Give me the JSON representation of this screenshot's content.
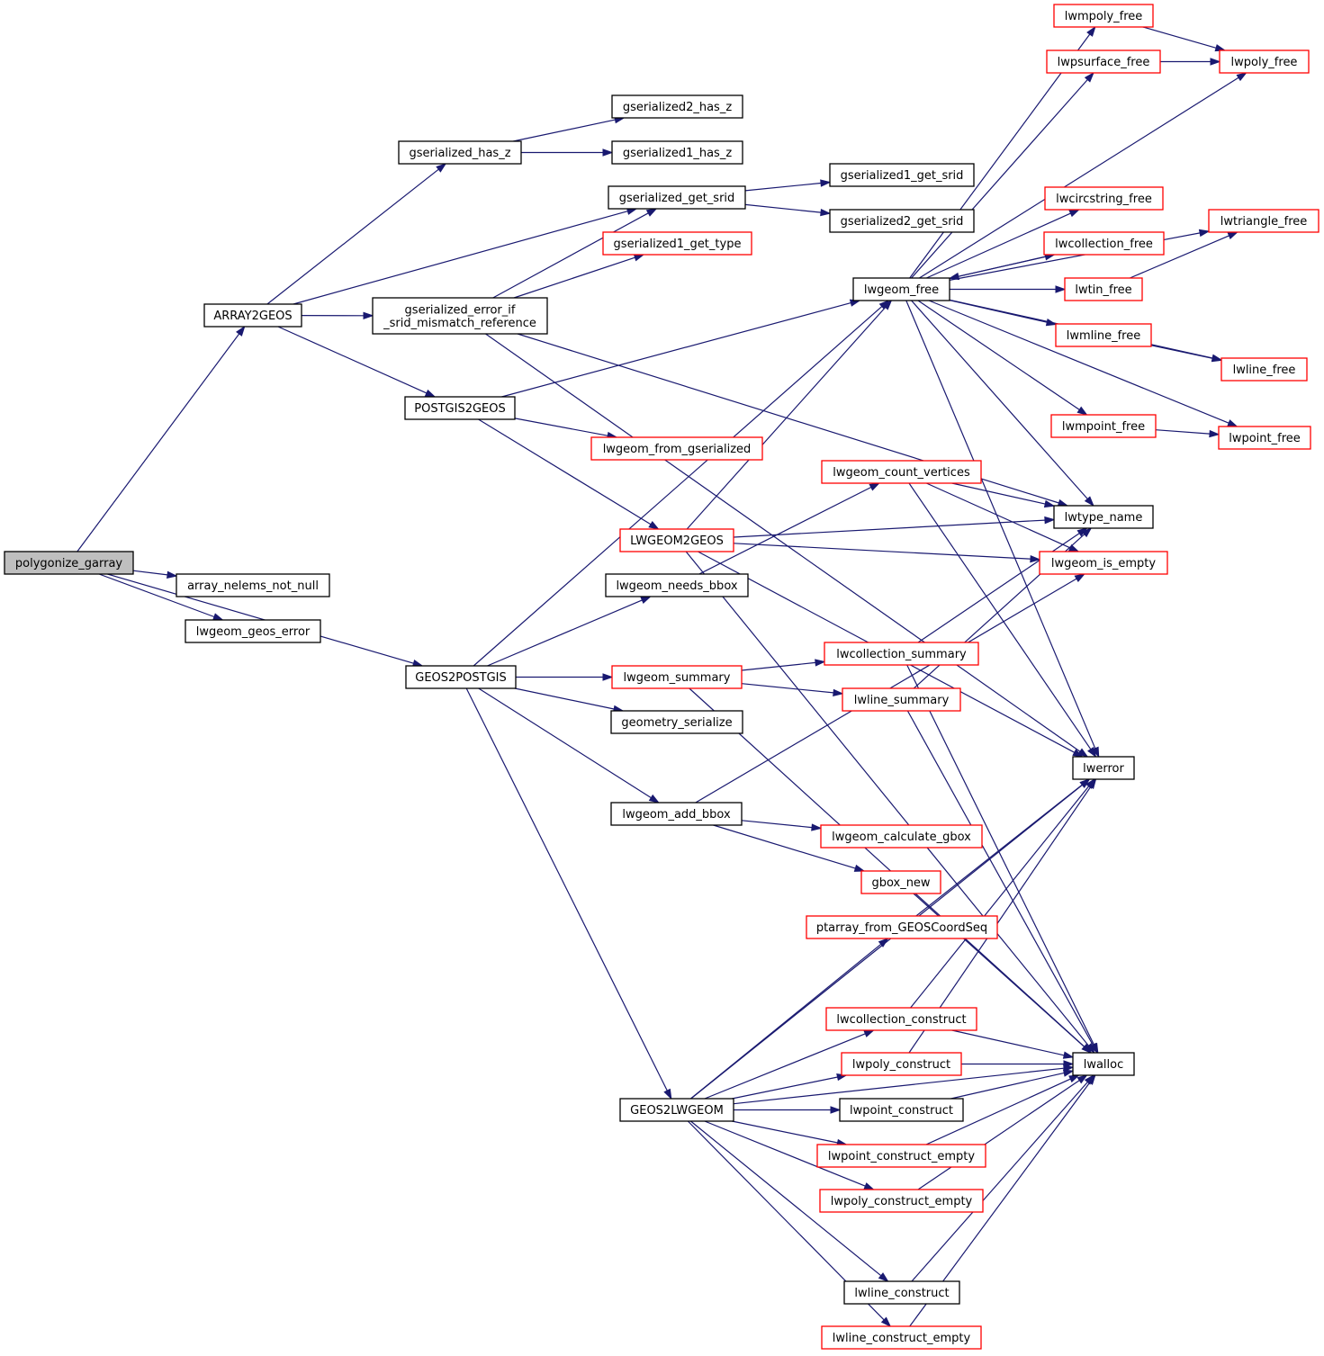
{
  "colors": {
    "edge": "#191970",
    "border_plain": "#000000",
    "border_link": "#ff0000",
    "root_fill": "#bfbfbf",
    "node_fill": "#ffffff"
  },
  "nodes": {
    "polygonize_garray": {
      "label": "polygonize_garray",
      "style": "root"
    },
    "ARRAY2GEOS": {
      "label": "ARRAY2GEOS",
      "style": "plain"
    },
    "array_nelems_not_null": {
      "label": "array_nelems_not_null",
      "style": "plain"
    },
    "lwgeom_geos_error": {
      "label": "lwgeom_geos_error",
      "style": "plain"
    },
    "GEOS2POSTGIS": {
      "label": "GEOS2POSTGIS",
      "style": "plain"
    },
    "gserialized_has_z": {
      "label": "gserialized_has_z",
      "style": "plain"
    },
    "gserialized2_has_z": {
      "label": "gserialized2_has_z",
      "style": "plain"
    },
    "gserialized1_has_z": {
      "label": "gserialized1_has_z",
      "style": "plain"
    },
    "gserialized_get_srid": {
      "label": "gserialized_get_srid",
      "style": "plain"
    },
    "gserialized1_get_srid": {
      "label": "gserialized1_get_srid",
      "style": "plain"
    },
    "gserialized2_get_srid": {
      "label": "gserialized2_get_srid",
      "style": "plain"
    },
    "gserialized1_get_type": {
      "label": "gserialized1_get_type",
      "style": "link"
    },
    "gserialized_error_if_srid_mismatch_reference": {
      "label": "gserialized_error_if\n_srid_mismatch_reference",
      "style": "plain"
    },
    "POSTGIS2GEOS": {
      "label": "POSTGIS2GEOS",
      "style": "plain"
    },
    "lwgeom_from_gserialized": {
      "label": "lwgeom_from_gserialized",
      "style": "link"
    },
    "LWGEOM2GEOS": {
      "label": "LWGEOM2GEOS",
      "style": "link"
    },
    "lwgeom_needs_bbox": {
      "label": "lwgeom_needs_bbox",
      "style": "plain"
    },
    "lwgeom_summary": {
      "label": "lwgeom_summary",
      "style": "link"
    },
    "geometry_serialize": {
      "label": "geometry_serialize",
      "style": "plain"
    },
    "lwgeom_add_bbox": {
      "label": "lwgeom_add_bbox",
      "style": "plain"
    },
    "GEOS2LWGEOM": {
      "label": "GEOS2LWGEOM",
      "style": "plain"
    },
    "lwgeom_free": {
      "label": "lwgeom_free",
      "style": "plain"
    },
    "lwgeom_count_vertices": {
      "label": "lwgeom_count_vertices",
      "style": "link"
    },
    "lwcollection_summary": {
      "label": "lwcollection_summary",
      "style": "link"
    },
    "lwline_summary": {
      "label": "lwline_summary",
      "style": "link"
    },
    "lwgeom_calculate_gbox": {
      "label": "lwgeom_calculate_gbox",
      "style": "link"
    },
    "gbox_new": {
      "label": "gbox_new",
      "style": "link"
    },
    "ptarray_from_GEOSCoordSeq": {
      "label": "ptarray_from_GEOSCoordSeq",
      "style": "link"
    },
    "lwcollection_construct": {
      "label": "lwcollection_construct",
      "style": "link"
    },
    "lwpoly_construct": {
      "label": "lwpoly_construct",
      "style": "link"
    },
    "lwpoint_construct": {
      "label": "lwpoint_construct",
      "style": "plain"
    },
    "lwpoint_construct_empty": {
      "label": "lwpoint_construct_empty",
      "style": "link"
    },
    "lwpoly_construct_empty": {
      "label": "lwpoly_construct_empty",
      "style": "link"
    },
    "lwline_construct": {
      "label": "lwline_construct",
      "style": "plain"
    },
    "lwline_construct_empty": {
      "label": "lwline_construct_empty",
      "style": "link"
    },
    "lwmpoly_free": {
      "label": "lwmpoly_free",
      "style": "link"
    },
    "lwpsurface_free": {
      "label": "lwpsurface_free",
      "style": "link"
    },
    "lwcircstring_free": {
      "label": "lwcircstring_free",
      "style": "link"
    },
    "lwcollection_free": {
      "label": "lwcollection_free",
      "style": "link"
    },
    "lwtin_free": {
      "label": "lwtin_free",
      "style": "link"
    },
    "lwmline_free": {
      "label": "lwmline_free",
      "style": "link"
    },
    "lwmpoint_free": {
      "label": "lwmpoint_free",
      "style": "link"
    },
    "lwtype_name": {
      "label": "lwtype_name",
      "style": "plain"
    },
    "lwgeom_is_empty": {
      "label": "lwgeom_is_empty",
      "style": "link"
    },
    "lwerror": {
      "label": "lwerror",
      "style": "plain"
    },
    "lwalloc": {
      "label": "lwalloc",
      "style": "plain"
    },
    "lwpoly_free": {
      "label": "lwpoly_free",
      "style": "link"
    },
    "lwtriangle_free": {
      "label": "lwtriangle_free",
      "style": "link"
    },
    "lwline_free": {
      "label": "lwline_free",
      "style": "link"
    },
    "lwpoint_free": {
      "label": "lwpoint_free",
      "style": "link"
    }
  },
  "edges": [
    [
      "polygonize_garray",
      "ARRAY2GEOS"
    ],
    [
      "polygonize_garray",
      "array_nelems_not_null"
    ],
    [
      "polygonize_garray",
      "lwgeom_geos_error"
    ],
    [
      "polygonize_garray",
      "GEOS2POSTGIS"
    ],
    [
      "ARRAY2GEOS",
      "gserialized_has_z"
    ],
    [
      "ARRAY2GEOS",
      "gserialized_get_srid"
    ],
    [
      "ARRAY2GEOS",
      "gserialized_error_if_srid_mismatch_reference"
    ],
    [
      "ARRAY2GEOS",
      "POSTGIS2GEOS"
    ],
    [
      "gserialized_has_z",
      "gserialized2_has_z"
    ],
    [
      "gserialized_has_z",
      "gserialized1_has_z"
    ],
    [
      "gserialized_get_srid",
      "gserialized1_get_srid"
    ],
    [
      "gserialized_get_srid",
      "gserialized2_get_srid"
    ],
    [
      "gserialized_error_if_srid_mismatch_reference",
      "gserialized_get_srid"
    ],
    [
      "gserialized_error_if_srid_mismatch_reference",
      "gserialized1_get_type"
    ],
    [
      "gserialized_error_if_srid_mismatch_reference",
      "lwtype_name"
    ],
    [
      "gserialized_error_if_srid_mismatch_reference",
      "lwerror"
    ],
    [
      "POSTGIS2GEOS",
      "lwgeom_free"
    ],
    [
      "POSTGIS2GEOS",
      "lwgeom_from_gserialized"
    ],
    [
      "POSTGIS2GEOS",
      "LWGEOM2GEOS"
    ],
    [
      "LWGEOM2GEOS",
      "lwgeom_free"
    ],
    [
      "LWGEOM2GEOS",
      "lwgeom_is_empty"
    ],
    [
      "LWGEOM2GEOS",
      "lwtype_name"
    ],
    [
      "LWGEOM2GEOS",
      "lwerror"
    ],
    [
      "LWGEOM2GEOS",
      "lwalloc"
    ],
    [
      "GEOS2POSTGIS",
      "lwgeom_needs_bbox"
    ],
    [
      "GEOS2POSTGIS",
      "lwgeom_summary"
    ],
    [
      "GEOS2POSTGIS",
      "geometry_serialize"
    ],
    [
      "GEOS2POSTGIS",
      "lwgeom_add_bbox"
    ],
    [
      "GEOS2POSTGIS",
      "GEOS2LWGEOM"
    ],
    [
      "GEOS2POSTGIS",
      "lwgeom_free"
    ],
    [
      "lwgeom_needs_bbox",
      "lwgeom_count_vertices"
    ],
    [
      "lwgeom_count_vertices",
      "lwtype_name"
    ],
    [
      "lwgeom_count_vertices",
      "lwgeom_is_empty"
    ],
    [
      "lwgeom_count_vertices",
      "lwerror"
    ],
    [
      "lwgeom_summary",
      "lwcollection_summary"
    ],
    [
      "lwgeom_summary",
      "lwline_summary"
    ],
    [
      "lwgeom_summary",
      "lwalloc"
    ],
    [
      "lwcollection_summary",
      "lwtype_name"
    ],
    [
      "lwcollection_summary",
      "lwalloc"
    ],
    [
      "lwline_summary",
      "lwtype_name"
    ],
    [
      "lwline_summary",
      "lwalloc"
    ],
    [
      "lwgeom_add_bbox",
      "lwgeom_is_empty"
    ],
    [
      "lwgeom_add_bbox",
      "lwgeom_calculate_gbox"
    ],
    [
      "lwgeom_add_bbox",
      "gbox_new"
    ],
    [
      "gbox_new",
      "lwalloc"
    ],
    [
      "GEOS2LWGEOM",
      "ptarray_from_GEOSCoordSeq"
    ],
    [
      "GEOS2LWGEOM",
      "lwcollection_construct"
    ],
    [
      "GEOS2LWGEOM",
      "lwpoly_construct"
    ],
    [
      "GEOS2LWGEOM",
      "lwpoint_construct"
    ],
    [
      "GEOS2LWGEOM",
      "lwpoint_construct_empty"
    ],
    [
      "GEOS2LWGEOM",
      "lwpoly_construct_empty"
    ],
    [
      "GEOS2LWGEOM",
      "lwline_construct"
    ],
    [
      "GEOS2LWGEOM",
      "lwline_construct_empty"
    ],
    [
      "GEOS2LWGEOM",
      "lwerror"
    ],
    [
      "GEOS2LWGEOM",
      "lwalloc"
    ],
    [
      "ptarray_from_GEOSCoordSeq",
      "lwerror"
    ],
    [
      "lwcollection_construct",
      "lwerror"
    ],
    [
      "lwcollection_construct",
      "lwalloc"
    ],
    [
      "lwpoly_construct",
      "lwerror"
    ],
    [
      "lwpoly_construct",
      "lwalloc"
    ],
    [
      "lwpoint_construct",
      "lwalloc"
    ],
    [
      "lwpoint_construct_empty",
      "lwalloc"
    ],
    [
      "lwpoly_construct_empty",
      "lwalloc"
    ],
    [
      "lwline_construct",
      "lwalloc"
    ],
    [
      "lwline_construct_empty",
      "lwalloc"
    ],
    [
      "lwgeom_free",
      "lwmpoly_free"
    ],
    [
      "lwgeom_free",
      "lwpsurface_free"
    ],
    [
      "lwgeom_free",
      "lwpoly_free"
    ],
    [
      "lwgeom_free",
      "lwtriangle_free"
    ],
    [
      "lwgeom_free",
      "lwcircstring_free"
    ],
    [
      "lwgeom_free",
      "lwcollection_free"
    ],
    [
      "lwgeom_free",
      "lwtin_free"
    ],
    [
      "lwgeom_free",
      "lwmline_free"
    ],
    [
      "lwgeom_free",
      "lwline_free"
    ],
    [
      "lwgeom_free",
      "lwmpoint_free"
    ],
    [
      "lwgeom_free",
      "lwpoint_free"
    ],
    [
      "lwgeom_free",
      "lwtype_name"
    ],
    [
      "lwgeom_free",
      "lwerror"
    ],
    [
      "lwcollection_free",
      "lwgeom_free"
    ],
    [
      "lwmpoly_free",
      "lwpoly_free"
    ],
    [
      "lwpsurface_free",
      "lwpoly_free"
    ],
    [
      "lwtin_free",
      "lwtriangle_free"
    ],
    [
      "lwmline_free",
      "lwline_free"
    ],
    [
      "lwmpoint_free",
      "lwpoint_free"
    ]
  ]
}
